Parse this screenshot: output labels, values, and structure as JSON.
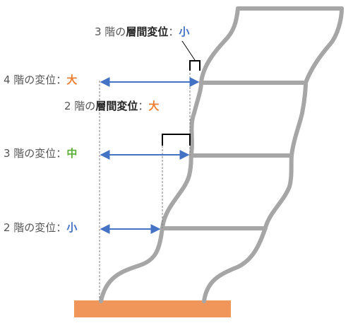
{
  "labels": {
    "f4_disp": {
      "prefix": "4 階の変位：",
      "value": "大"
    },
    "f3_disp": {
      "prefix": "3 階の変位：",
      "value": "中"
    },
    "f2_disp": {
      "prefix": "2 階の変位：",
      "value": "小"
    },
    "f3_drift": {
      "prefix": "3 階の",
      "bold": "層間変位",
      "sep": "：",
      "value": "小"
    },
    "f2_drift": {
      "prefix": "2 階の",
      "bold": "層間変位",
      "sep": "：",
      "value": "大"
    }
  },
  "colors": {
    "frame": "#A6A6A6",
    "ground": "#F0965A",
    "arrow": "#4472C4",
    "large": "#ED7D31",
    "medium": "#5BAD3A",
    "small": "#4472C4"
  }
}
